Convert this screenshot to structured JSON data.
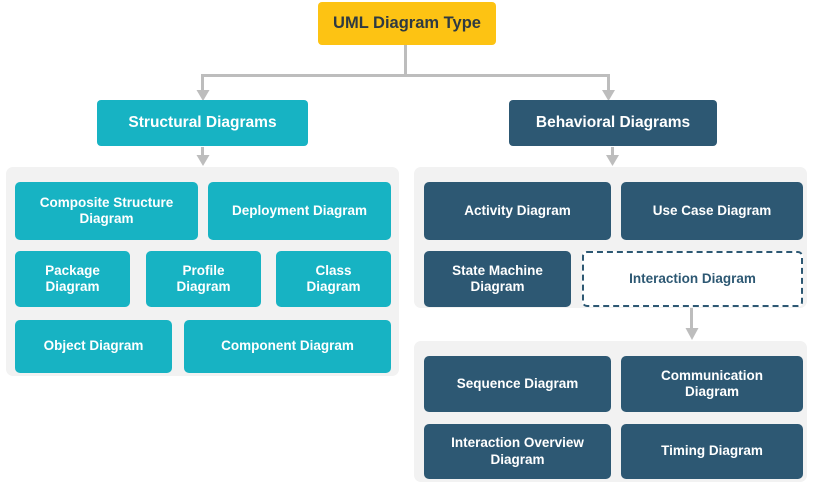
{
  "diagram": {
    "title": "UML Diagram Type",
    "type": "hierarchy-tree",
    "colors": {
      "root_fill": "#FDC313",
      "root_text": "#2E3A42",
      "structural_fill": "#17B3C3",
      "behavioral_fill": "#2D5873",
      "node_text": "#FFFFFF",
      "panel_bg": "#F2F2F2",
      "connector": "#BDBDBD",
      "dashed_border": "#2D5873",
      "dashed_fill": "#FFFFFF",
      "page_bg": "#FFFFFF"
    },
    "root": {
      "label": "UML Diagram Type"
    },
    "branches": [
      {
        "id": "structural",
        "label": "Structural Diagrams",
        "style": "teal",
        "children": [
          {
            "label": "Composite Structure\nDiagram"
          },
          {
            "label": "Deployment Diagram"
          },
          {
            "label": "Package\nDiagram"
          },
          {
            "label": "Profile\nDiagram"
          },
          {
            "label": "Class\nDiagram"
          },
          {
            "label": "Object Diagram"
          },
          {
            "label": "Component Diagram"
          }
        ]
      },
      {
        "id": "behavioral",
        "label": "Behavioral Diagrams",
        "style": "slate",
        "children": [
          {
            "label": "Activity Diagram"
          },
          {
            "label": "Use Case Diagram"
          },
          {
            "label": "State Machine\nDiagram"
          },
          {
            "label": "Interaction Diagram",
            "style": "dashed"
          }
        ],
        "subgroup": {
          "parent": "Interaction Diagram",
          "children": [
            {
              "label": "Sequence Diagram"
            },
            {
              "label": "Communication\nDiagram"
            },
            {
              "label": "Interaction Overview\nDiagram"
            },
            {
              "label": "Timing Diagram"
            }
          ]
        }
      }
    ]
  }
}
